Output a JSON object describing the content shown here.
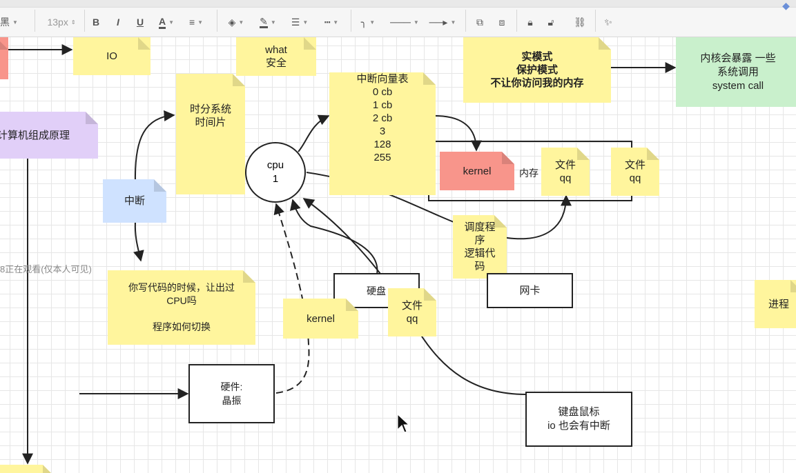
{
  "toolbar": {
    "font_partial": "黑",
    "font_size": "13px",
    "bold": "B",
    "italic": "I",
    "underline": "U",
    "font_color": "A"
  },
  "nodes": {
    "io": "IO",
    "what": "what\n安全",
    "time_slice": "时分系统\n时间片",
    "vector_table": "中断向量表\n0  cb\n1  cb\n2  cb\n3\n128\n255",
    "real_mode": "实模式\n保护模式\n不让你访问我的内存",
    "kernel_expose": "内核会暴露 一些\n系统调用\nsystem call",
    "computer_principle": "计算机组成原理",
    "interrupt": "中断",
    "cpu": "cpu\n1",
    "kernel_red": "kernel",
    "memory": "内存",
    "file_qq_1": "文件\nqq",
    "file_qq_2": "文件\nqq",
    "scheduler": "调度程\n序\n逻辑代\n码",
    "network_card": "网卡",
    "disk": "硬盘",
    "file_qq_3": "文件\nqq",
    "kernel_yellow": "kernel",
    "yield_cpu": "你写代码的时候，让出过\nCPU吗\n\n程序如何切换",
    "crystal": "硬件:\n晶振",
    "keyboard": "键盘鼠标\nio 也会有中断",
    "process": "进程"
  },
  "overlay": {
    "viewer_text": "8正在观看(仅本人可见)"
  },
  "colors": {
    "sticky_yellow": "#fff59d",
    "sticky_purple": "#e1cff8",
    "sticky_blue": "#cfe2ff",
    "sticky_red": "#f8958b",
    "green_box": "#c9f0cc"
  }
}
